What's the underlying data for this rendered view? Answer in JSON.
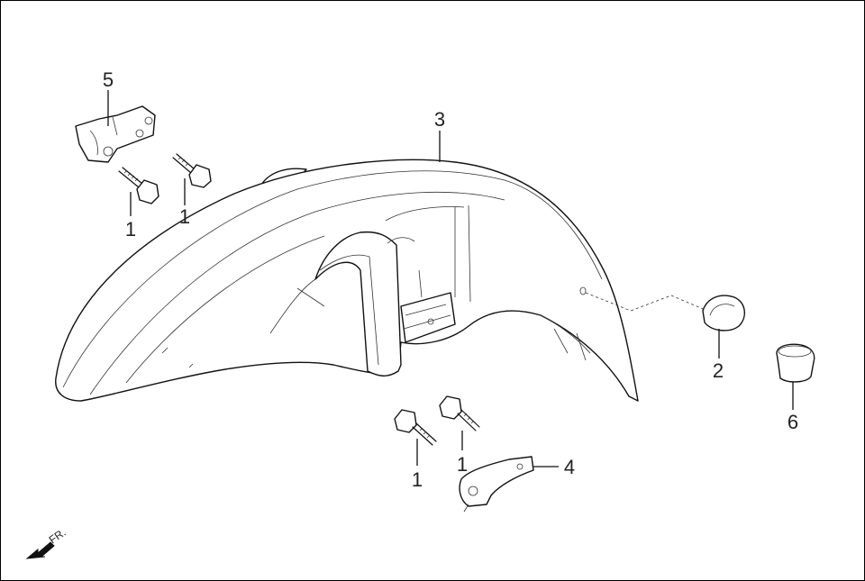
{
  "diagram": {
    "callouts": [
      {
        "id": "c1a",
        "text": "1"
      },
      {
        "id": "c1b",
        "text": "1"
      },
      {
        "id": "c1c",
        "text": "1"
      },
      {
        "id": "c1d",
        "text": "1"
      },
      {
        "id": "c2",
        "text": "2"
      },
      {
        "id": "c3",
        "text": "3"
      },
      {
        "id": "c4",
        "text": "4"
      },
      {
        "id": "c5",
        "text": "5"
      },
      {
        "id": "c6",
        "text": "6"
      }
    ],
    "front_indicator": "FR."
  }
}
